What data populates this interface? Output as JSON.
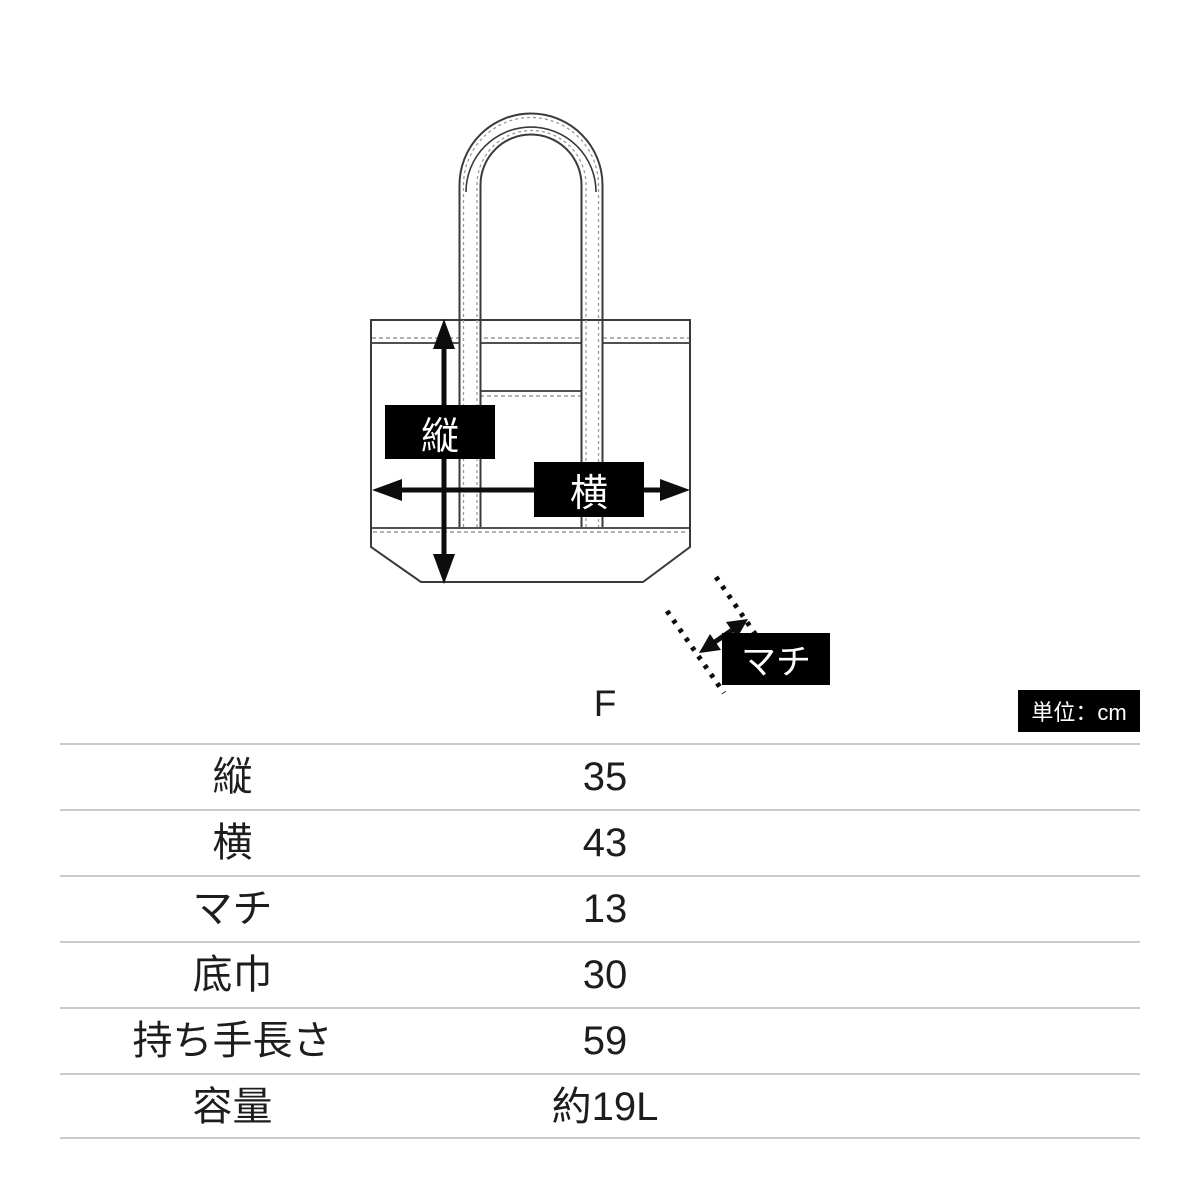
{
  "diagram": {
    "vertical_label": "縦",
    "horizontal_label": "横",
    "gusset_label": "マチ"
  },
  "table": {
    "size_header": "F",
    "unit_badge": "単位：cm",
    "rows": [
      {
        "label": "縦",
        "value": "35"
      },
      {
        "label": "横",
        "value": "43"
      },
      {
        "label": "マチ",
        "value": "13"
      },
      {
        "label": "底巾",
        "value": "30"
      },
      {
        "label": "持ち手長さ",
        "value": "59"
      },
      {
        "label": "容量",
        "value": "約19L"
      }
    ]
  },
  "colors": {
    "line": "#3a3a3a",
    "stitch": "#9a9a9a",
    "ink": "#0d0d0d",
    "separator": "#cbcbcb"
  }
}
